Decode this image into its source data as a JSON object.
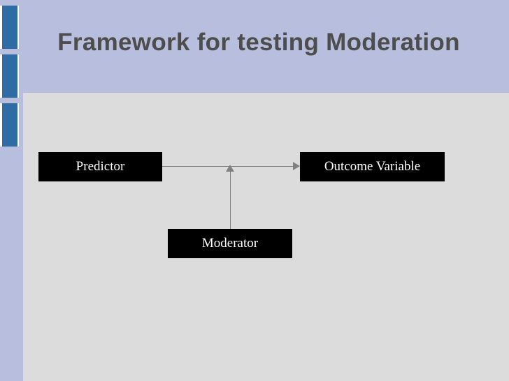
{
  "slide": {
    "title": "Framework for testing Moderation",
    "background_color": "#b8bedd",
    "panel_color": "#dcdcdc",
    "accent_color": "#2e6ca3",
    "title_color": "#4d4d4d"
  },
  "diagram": {
    "type": "moderation-framework",
    "nodes": [
      {
        "id": "predictor",
        "label": "Predictor"
      },
      {
        "id": "outcome",
        "label": "Outcome Variable"
      },
      {
        "id": "moderator",
        "label": "Moderator"
      }
    ],
    "edges": [
      {
        "from": "predictor",
        "to": "outcome",
        "direction": "horizontal"
      },
      {
        "from": "moderator",
        "to": "predictor-outcome-path",
        "direction": "vertical"
      }
    ],
    "node_fill": "#000000",
    "node_text_color": "#ffffff",
    "connector_color": "#808080"
  }
}
